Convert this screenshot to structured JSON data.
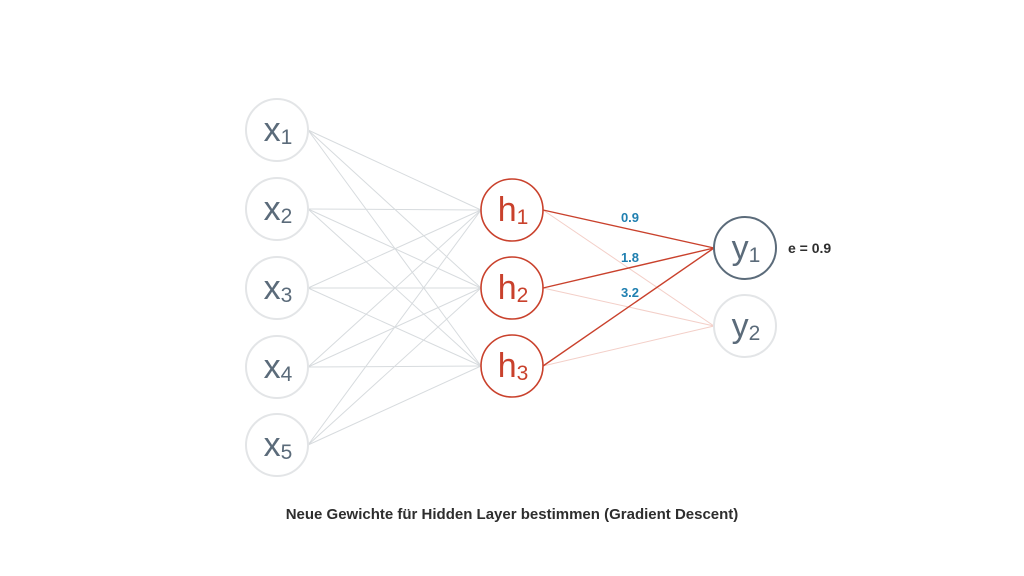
{
  "colors": {
    "input": "#5b6b7a",
    "input_stroke": "#e3e5e7",
    "hidden": "#c9412c",
    "weight_label": "#1f7fb0",
    "faint_edge": "#d7dbde",
    "faint_red_edge": "#f3cfc8",
    "text_dark": "#2e2e2e"
  },
  "input_nodes": [
    {
      "main": "x",
      "sub": "1"
    },
    {
      "main": "x",
      "sub": "2"
    },
    {
      "main": "x",
      "sub": "3"
    },
    {
      "main": "x",
      "sub": "4"
    },
    {
      "main": "x",
      "sub": "5"
    }
  ],
  "hidden_nodes": [
    {
      "main": "h",
      "sub": "1"
    },
    {
      "main": "h",
      "sub": "2"
    },
    {
      "main": "h",
      "sub": "3"
    }
  ],
  "output_nodes": [
    {
      "main": "y",
      "sub": "1",
      "active": true
    },
    {
      "main": "y",
      "sub": "2",
      "active": false
    }
  ],
  "weights_to_y1": [
    "0.9",
    "1.8",
    "3.2"
  ],
  "error_label": "e = 0.9",
  "caption": "Neue Gewichte für Hidden Layer bestimmen (Gradient Descent)"
}
